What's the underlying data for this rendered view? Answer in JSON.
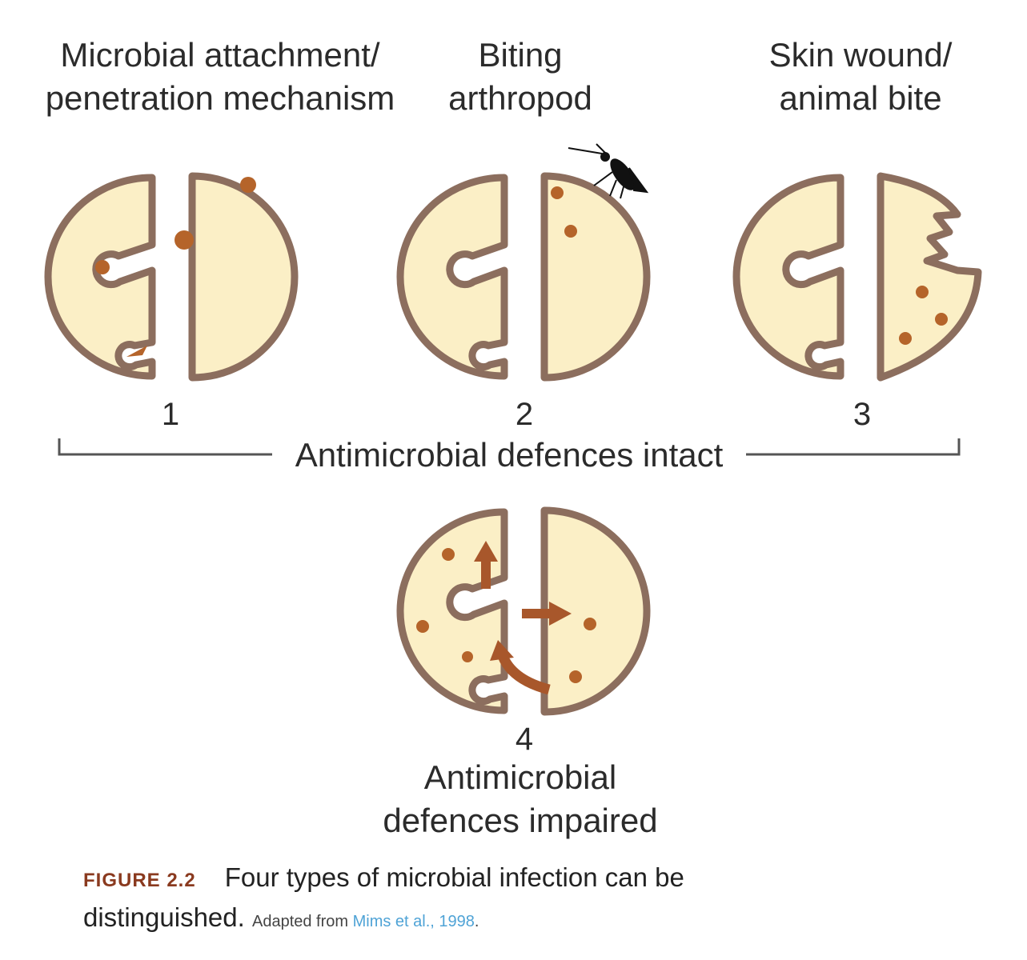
{
  "labels": {
    "panel1_line1": "Microbial attachment/",
    "panel1_line2": "penetration mechanism",
    "panel2_line1": "Biting",
    "panel2_line2": "arthropod",
    "panel3_line1": "Skin wound/",
    "panel3_line2": "animal bite",
    "num1": "1",
    "num2": "2",
    "num3": "3",
    "num4": "4",
    "intact": "Antimicrobial defences intact",
    "impaired_line1": "Antimicrobial",
    "impaired_line2": "defences impaired"
  },
  "caption": {
    "figure_label": "FIGURE 2.2",
    "text_line1": "Four types of microbial infection can be",
    "text_line2": "distinguished.",
    "source_prefix": "Adapted from ",
    "source_link": "Mims et al., 1998",
    "source_suffix": "."
  },
  "colors": {
    "fill": "#fbefc6",
    "outline": "#8c6e5e",
    "microbe": "#b5642a",
    "arrow": "#a8572b",
    "bracket": "#555555"
  }
}
